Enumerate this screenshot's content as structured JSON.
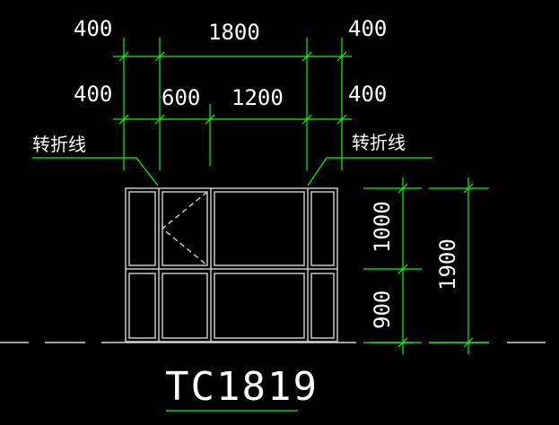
{
  "drawing": {
    "title": "TC1819",
    "top_dims_row1": [
      "400",
      "1800",
      "400"
    ],
    "top_dims_row2": [
      "400",
      "600",
      "1200",
      "400"
    ],
    "break_line_label_left": "转折线",
    "break_line_label_right": "转折线",
    "right_dims": [
      "1000",
      "900",
      "1900"
    ]
  },
  "colors": {
    "background": "#000000",
    "dimension_lines": "#00ff00",
    "text": "#ffffff",
    "window_frame": "#c8c8c8"
  }
}
